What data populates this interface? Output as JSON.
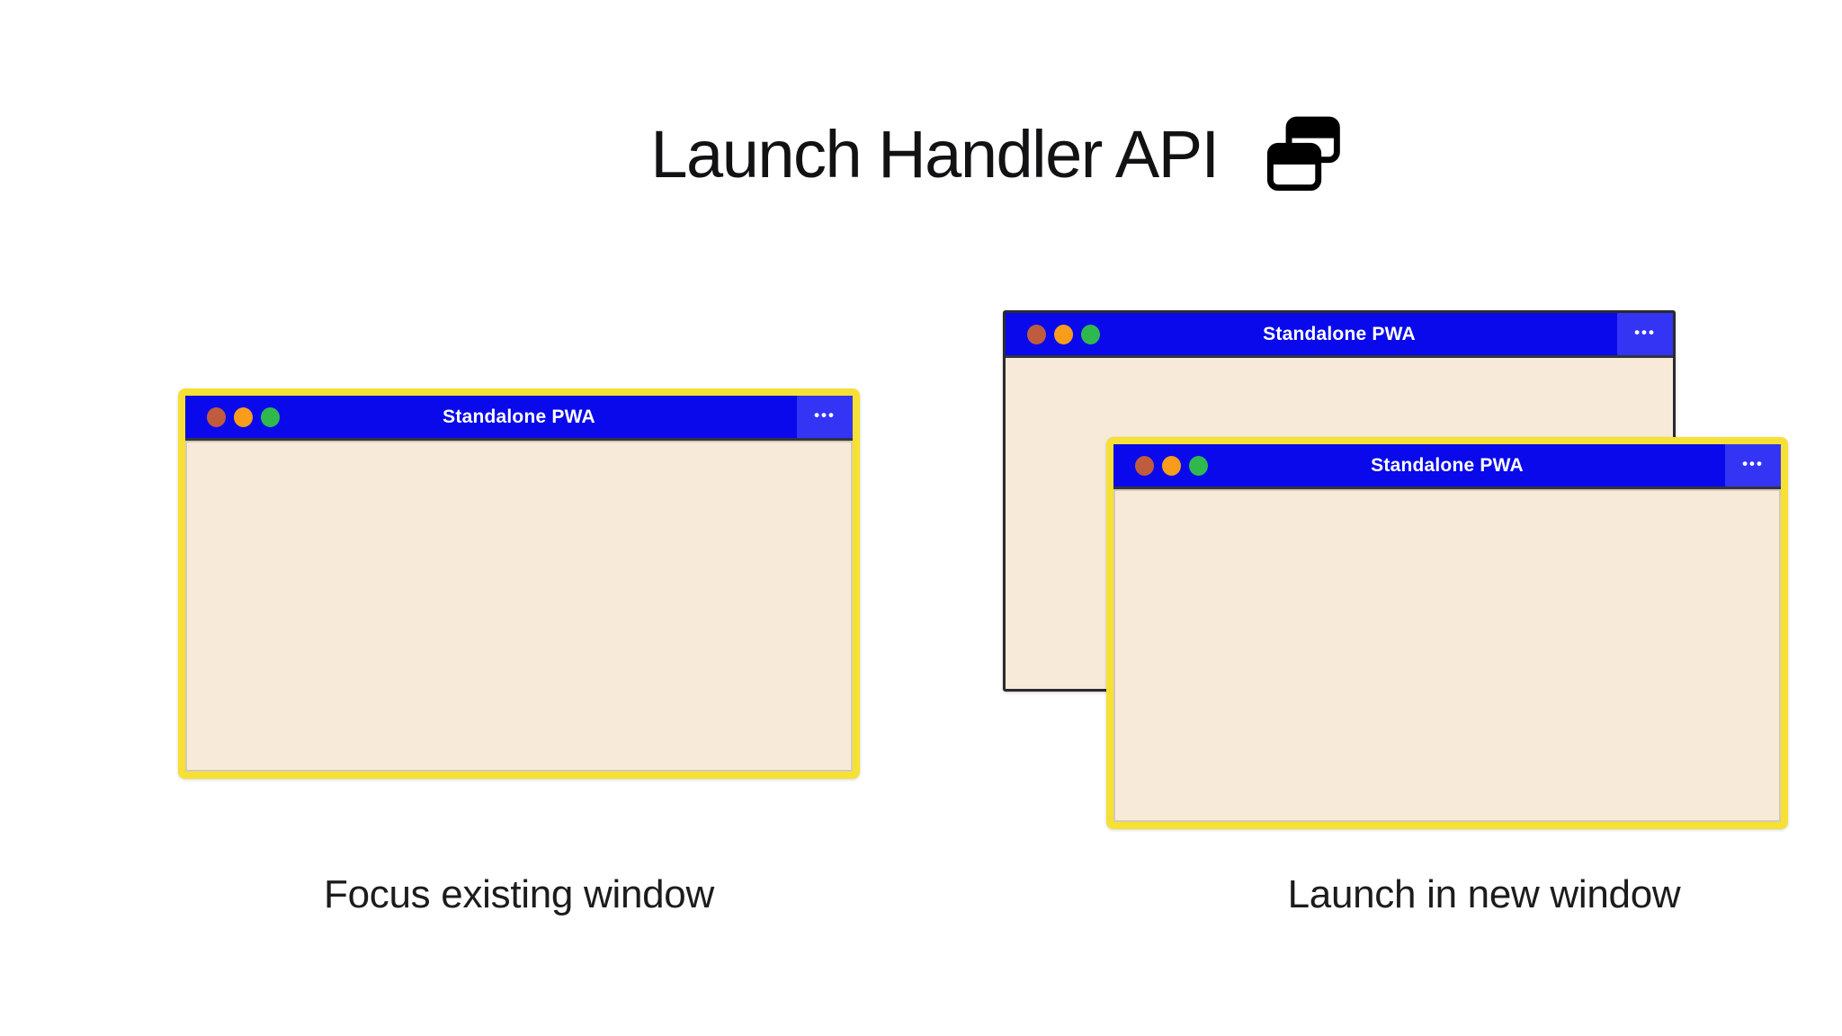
{
  "header": {
    "title": "Launch Handler API",
    "icon": "overlapping-windows"
  },
  "colors": {
    "titlebar_blue": "#0909ec",
    "menu_button_blue": "#3434f5",
    "window_body_cream": "#f8ead9",
    "highlight_yellow": "#f6e034",
    "background_window_border": "#2b2b2e",
    "traffic_close": "#bf5c3d",
    "traffic_minimize": "#f89c1c",
    "traffic_maximize": "#30b84e",
    "title_text": "#121214"
  },
  "scenarios": [
    {
      "caption": "Focus existing window",
      "windows": [
        {
          "title": "Standalone PWA",
          "menu_label": "•••",
          "state": "highlighted"
        }
      ]
    },
    {
      "caption": "Launch in new window",
      "windows": [
        {
          "title": "Standalone PWA",
          "menu_label": "•••",
          "state": "background"
        },
        {
          "title": "Standalone PWA",
          "menu_label": "•••",
          "state": "highlighted"
        }
      ]
    }
  ]
}
